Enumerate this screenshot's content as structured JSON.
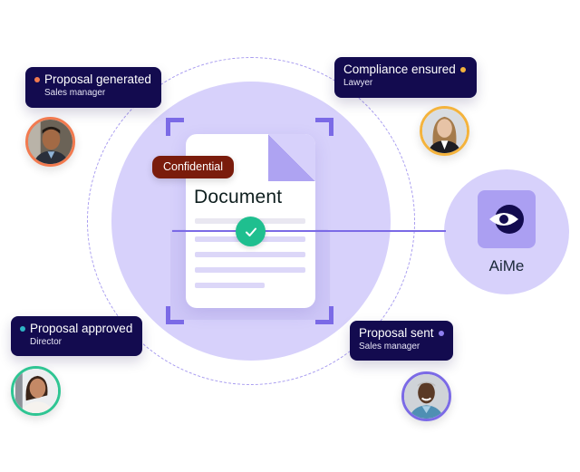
{
  "diagram": {
    "center_document": {
      "title": "Document",
      "tag": "Confidential",
      "status_icon": "check-icon"
    },
    "assistant": {
      "label": "AiMe",
      "icon": "eye-icon"
    },
    "events": [
      {
        "title": "Proposal generated",
        "role": "Sales manager",
        "dot_color": "#f27a4f",
        "avatar_ring": "#f27a4f",
        "dot_side": "left"
      },
      {
        "title": "Compliance ensured",
        "role": "Lawyer",
        "dot_color": "#f4b33c",
        "avatar_ring": "#f4b33c",
        "dot_side": "right"
      },
      {
        "title": "Proposal approved",
        "role": "Director",
        "dot_color": "#2fb4c5",
        "avatar_ring": "#2fc593",
        "dot_side": "left"
      },
      {
        "title": "Proposal sent",
        "role": "Sales manager",
        "dot_color": "#8f7ff0",
        "avatar_ring": "#7b6ae6",
        "dot_side": "right"
      }
    ],
    "colors": {
      "card_bg": "#130b4f",
      "circle_fill": "#d7d1fb",
      "accent": "#7b6ae6",
      "check": "#1fbf8f",
      "tag": "#7a1c0c"
    }
  }
}
